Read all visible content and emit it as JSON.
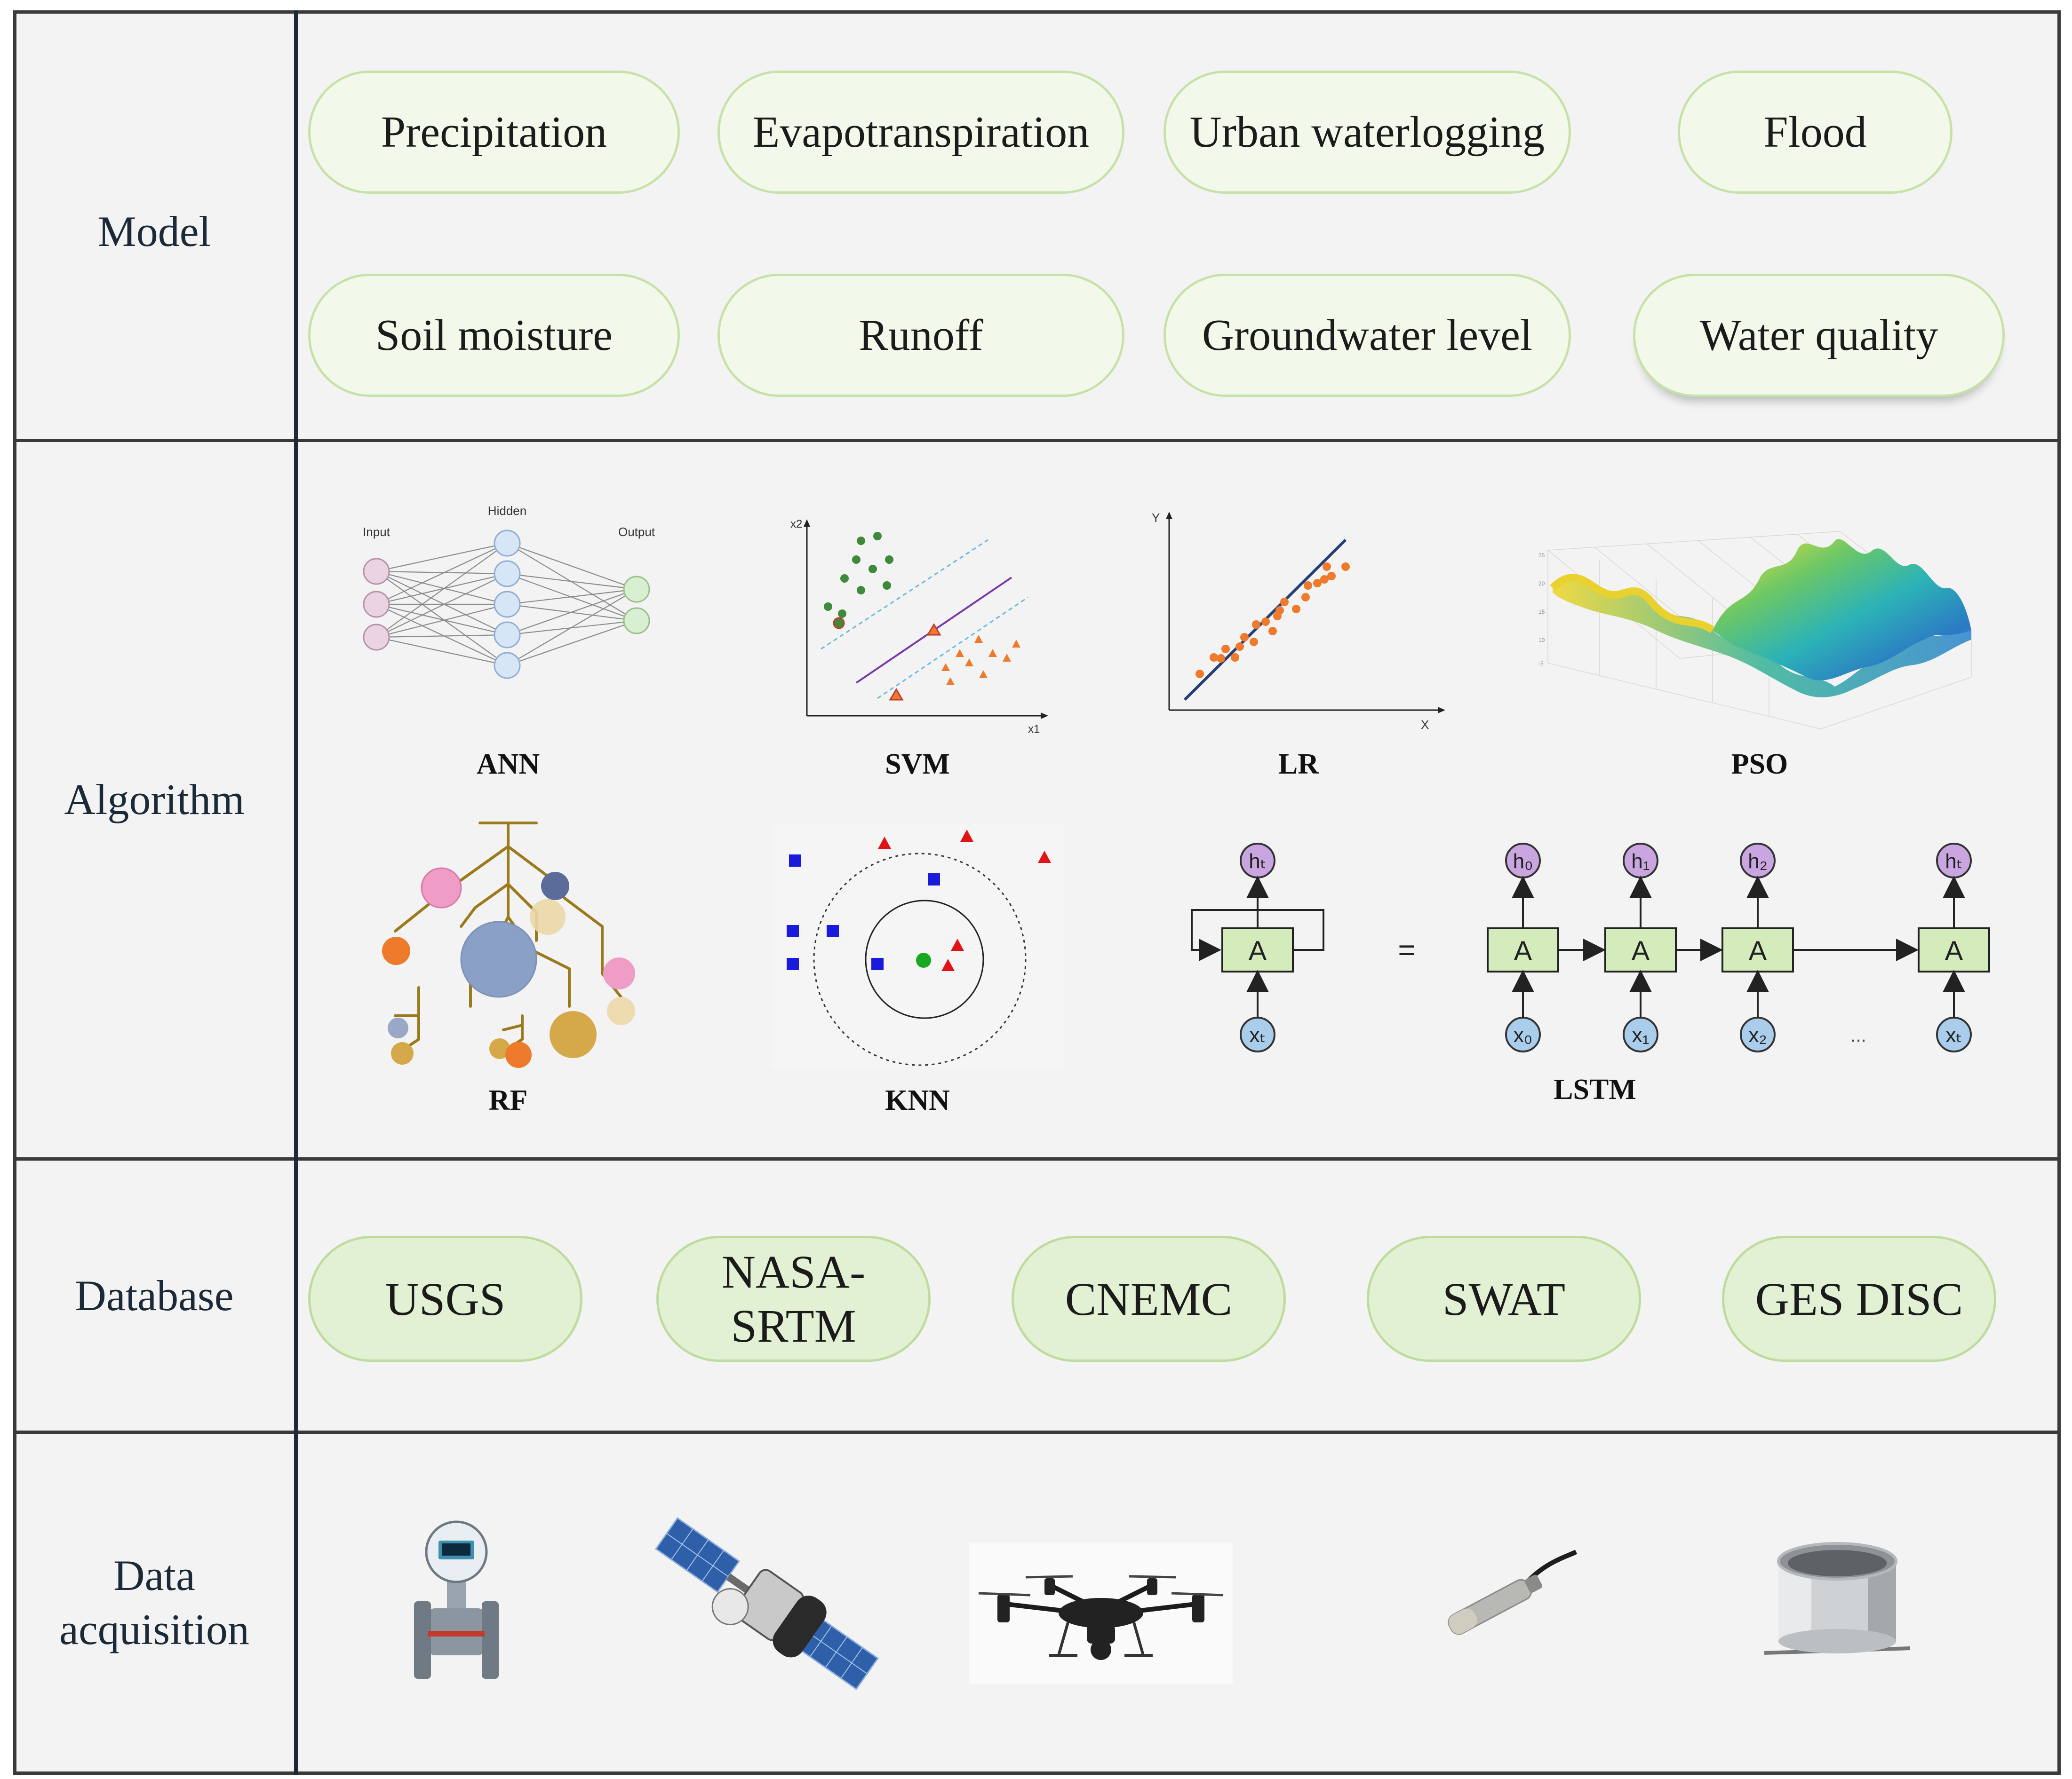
{
  "rows": {
    "model": {
      "label": "Model",
      "items": [
        "Precipitation",
        "Evapotranspiration",
        "Urban waterlogging",
        "Flood",
        "Soil moisture",
        "Runoff",
        "Groundwater level",
        "Water quality"
      ]
    },
    "algorithm": {
      "label": "Algorithm",
      "items": {
        "ann": "ANN",
        "svm": "SVM",
        "lr": "LR",
        "pso": "PSO",
        "rf": "RF",
        "knn": "KNN",
        "lstm": "LSTM"
      },
      "ann_layers": {
        "input": "Input",
        "hidden": "Hidden",
        "output": "Output"
      },
      "svm_axes": {
        "x": "x1",
        "y": "x2"
      },
      "lr_axes": {
        "x": "X",
        "y": "Y"
      },
      "lstm_cell": "A",
      "lstm_outputs": [
        "hₜ",
        "h₀",
        "h₁",
        "h₂",
        "hₜ"
      ],
      "lstm_inputs": [
        "xₜ",
        "x₀",
        "x₁",
        "x₂",
        "xₜ"
      ],
      "lstm_equals": "=",
      "lstm_ellipsis": "..."
    },
    "database": {
      "label": "Database",
      "items": [
        "USGS",
        "NASA-\nSRTM",
        "CNEMC",
        "SWAT",
        "GES DISC"
      ]
    },
    "acquisition": {
      "label": "Data\nacquisition",
      "items": [
        "flow-meter-icon",
        "satellite-icon",
        "drone-icon",
        "water-level-sensor-icon",
        "rain-gauge-icon"
      ]
    }
  },
  "colors": {
    "pill_fill": "#f3f9ea",
    "pill_border": "#c7e2a8",
    "db_fill": "#e2f0d3",
    "lstm_cell": "#d4ecbc",
    "lstm_h": "#c9a6e0",
    "lstm_x": "#a9cdea"
  }
}
